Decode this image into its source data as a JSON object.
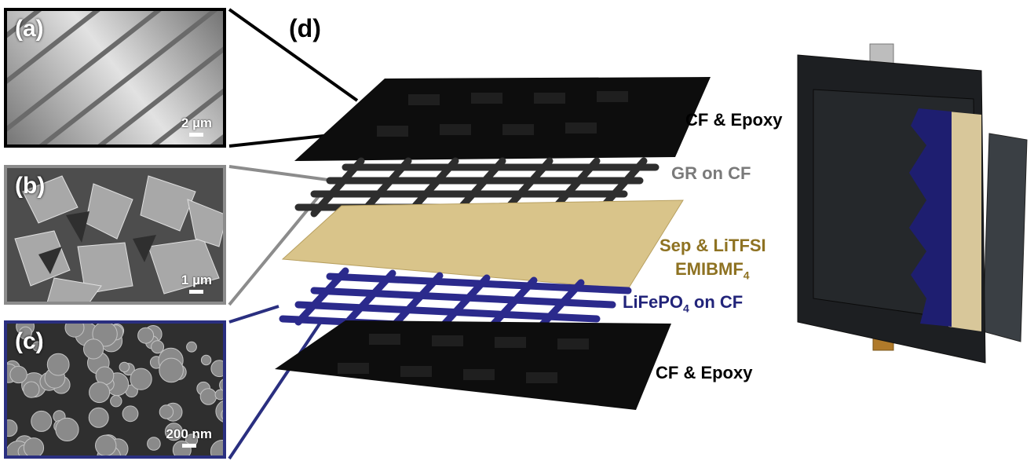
{
  "panels": {
    "a": {
      "label": "(a)",
      "scale": "2 µm"
    },
    "b": {
      "label": "(b)",
      "scale": "1 µm"
    },
    "c": {
      "label": "(c)",
      "scale": "200 nm"
    },
    "d": {
      "label": "(d)"
    }
  },
  "layers": {
    "cf_top": "CF & Epoxy",
    "gr": "GR on CF",
    "sep_line1": "Sep & LiTFSI",
    "sep_line2_main": "EMIBMF",
    "sep_line2_sub": "4",
    "lfp_main": "LiFePO",
    "lfp_sub": "4",
    "lfp_suffix": " on CF",
    "cf_bottom": "CF & Epoxy"
  },
  "colors": {
    "carbon": "#0d0d0d",
    "graphene": "#2e2e2e",
    "separator": "#d9c48a",
    "lifepo4": "#2b2a8c",
    "border_a": "#000000",
    "border_b": "#8c8c8c",
    "border_c": "#2a2f80"
  }
}
